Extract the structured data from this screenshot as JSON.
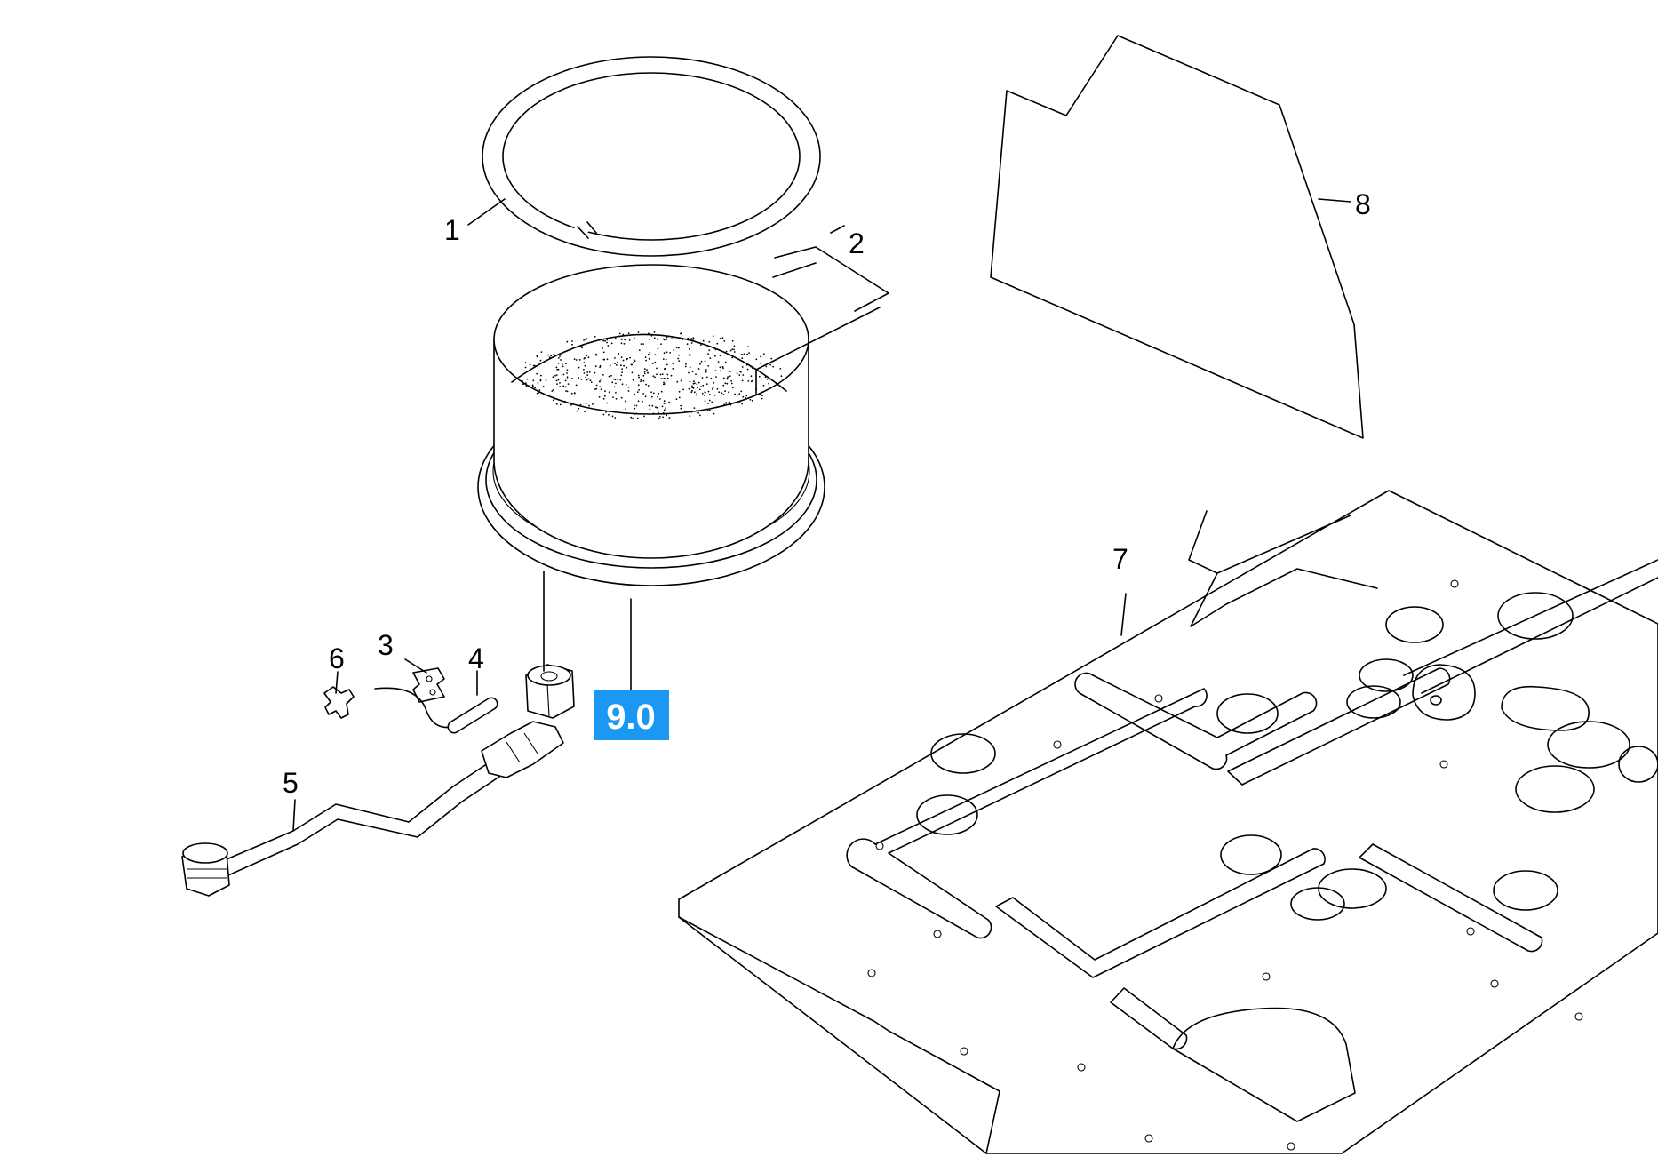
{
  "callouts": [
    {
      "id": "1",
      "label": "1"
    },
    {
      "id": "2",
      "label": "2"
    },
    {
      "id": "3",
      "label": "3"
    },
    {
      "id": "4",
      "label": "4"
    },
    {
      "id": "5",
      "label": "5"
    },
    {
      "id": "6",
      "label": "6"
    },
    {
      "id": "7",
      "label": "7"
    },
    {
      "id": "8",
      "label": "8"
    }
  ],
  "highlight": {
    "label": "9.0",
    "color": "#1a98f2",
    "text_color": "#ffffff"
  }
}
